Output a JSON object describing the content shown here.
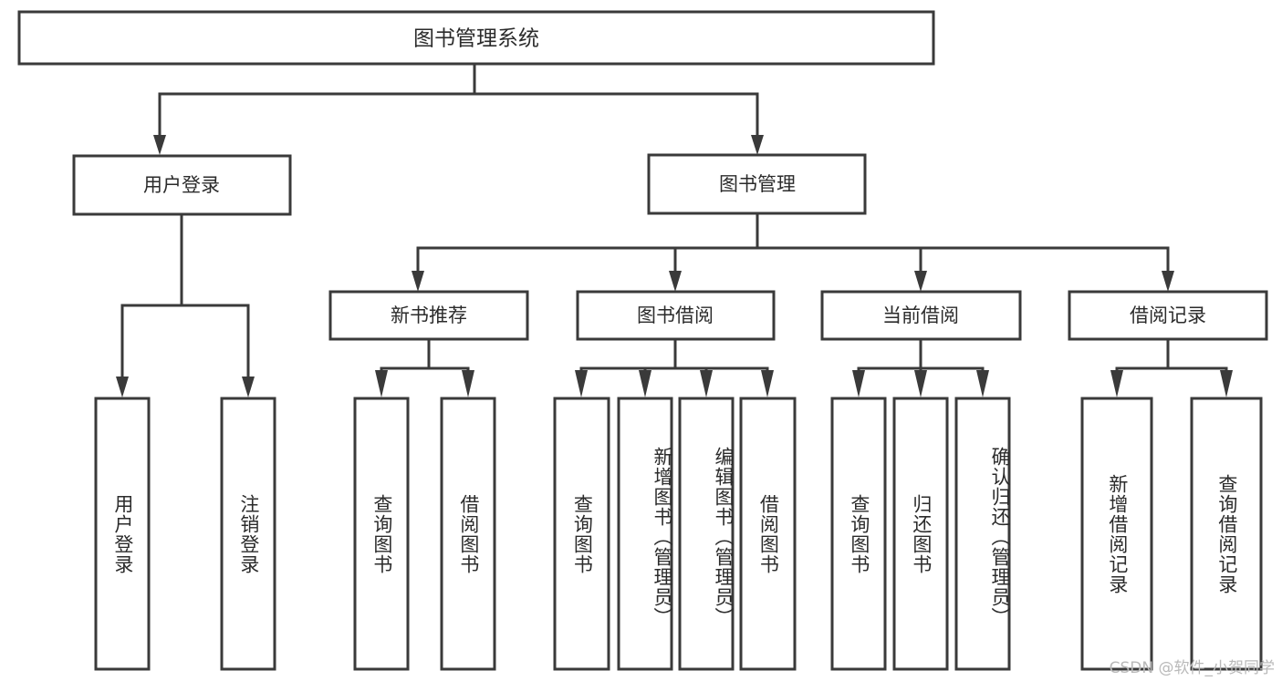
{
  "diagram": {
    "title": "图书管理系统",
    "type": "hierarchy-tree",
    "orientation": "top-down",
    "levels": 4,
    "colors": {
      "stroke": "#3a3a3a",
      "box_fill": "#ffffff",
      "text": "#2b2b2b",
      "background": "#ffffff",
      "watermark": "#b9b9b9"
    },
    "root": {
      "label": "图书管理系统",
      "name": "book-management-system"
    },
    "level2": [
      {
        "name": "user-login",
        "label": "用户登录"
      },
      {
        "name": "book-management",
        "label": "图书管理"
      }
    ],
    "level3": [
      {
        "name": "new-book-recommend",
        "label": "新书推荐"
      },
      {
        "name": "book-borrow",
        "label": "图书借阅"
      },
      {
        "name": "current-borrow",
        "label": "当前借阅"
      },
      {
        "name": "borrow-record",
        "label": "借阅记录"
      }
    ],
    "leaves": {
      "user_login": [
        {
          "name": "leaf-user-login",
          "label": "用户登录"
        },
        {
          "name": "leaf-logout",
          "label": "注销登录"
        }
      ],
      "new_book_recommend": [
        {
          "name": "leaf-query-book-1",
          "label": "查询图书"
        },
        {
          "name": "leaf-borrow-book-1",
          "label": "借阅图书"
        }
      ],
      "book_borrow": [
        {
          "name": "leaf-query-book-2",
          "label": "查询图书"
        },
        {
          "name": "leaf-add-book",
          "label": "新增图书（管理员）"
        },
        {
          "name": "leaf-edit-book",
          "label": "编辑图书（管理员）"
        },
        {
          "name": "leaf-borrow-book-2",
          "label": "借阅图书"
        }
      ],
      "current_borrow": [
        {
          "name": "leaf-query-book-3",
          "label": "查询图书"
        },
        {
          "name": "leaf-return-book",
          "label": "归还图书"
        },
        {
          "name": "leaf-confirm-return",
          "label": "确认归还（管理员）"
        }
      ],
      "borrow_record": [
        {
          "name": "leaf-add-borrow-record",
          "label": "新增借阅记录"
        },
        {
          "name": "leaf-query-borrow-record",
          "label": "查询借阅记录"
        }
      ]
    }
  },
  "watermark": {
    "text": "CSDN @软件_小贺同学"
  }
}
